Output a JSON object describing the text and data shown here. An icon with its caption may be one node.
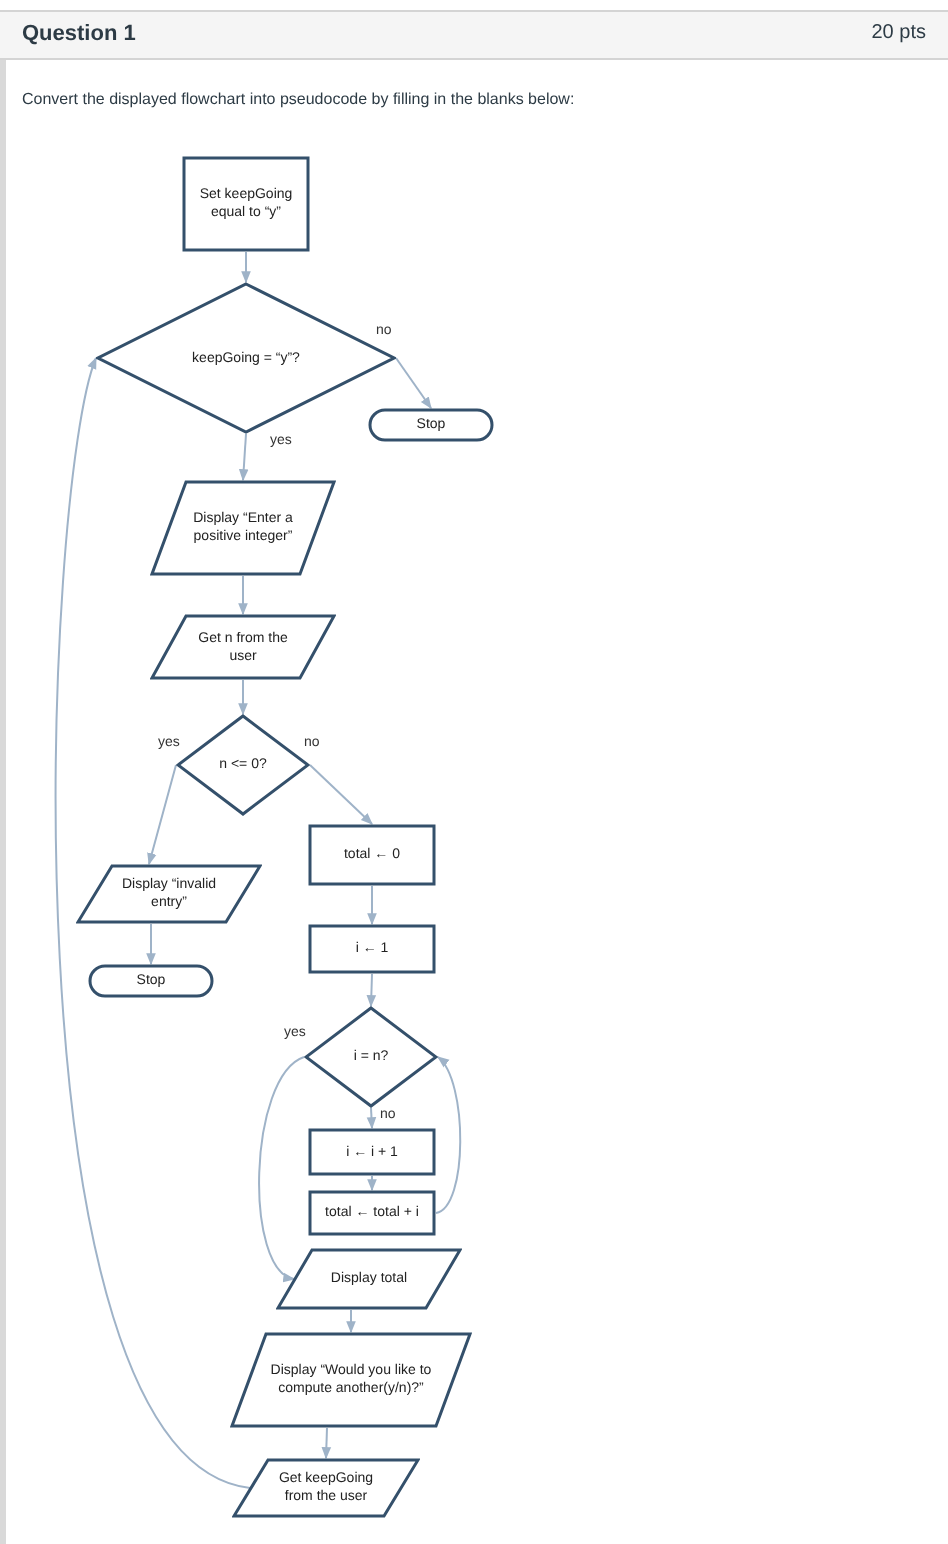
{
  "diagram": {
    "nodes": [
      {
        "text": [
          "Set keepGoing equal to “y”"
        ]
      },
      {
        "text": [
          "keepGoing = “y”?"
        ]
      },
      {
        "text": [
          "Stop"
        ]
      },
      {
        "text": [
          "Display “Enter a positive integer”"
        ]
      },
      {
        "text": [
          "Get n from the user"
        ]
      },
      {
        "text": [
          "n <= 0?"
        ]
      },
      {
        "text": [
          "total ← 0"
        ]
      },
      {
        "text": [
          "Display “invalid entry”"
        ]
      },
      {
        "text": [
          "Stop"
        ]
      },
      {
        "text": [
          "i ← 1"
        ]
      },
      {
        "text": [
          "i = n?"
        ]
      },
      {
        "text": [
          "i ← i + 1"
        ]
      },
      {
        "text": [
          "total ← total + i"
        ]
      },
      {
        "text": [
          "Display total"
        ]
      },
      {
        "text": [
          "Display “Would you like to compute another(y/n)?”"
        ]
      },
      {
        "text": [
          "Get keepGoing from the user"
        ]
      }
    ],
    "edges": [
      {
        "from": 0,
        "to": 1,
        "arrow": "to"
      },
      {
        "from": 1,
        "to": 2,
        "arrow": "to",
        "label": "no"
      },
      {
        "from": 1,
        "to": 3,
        "arrow": "to",
        "label": "yes"
      },
      {
        "from": 3,
        "to": 4,
        "arrow": "to"
      },
      {
        "from": 4,
        "to": 5,
        "arrow": "to"
      },
      {
        "from": 5,
        "to": 7,
        "arrow": "to",
        "label": "yes"
      },
      {
        "from": 5,
        "to": 6,
        "arrow": "to",
        "label": "no"
      },
      {
        "from": 7,
        "to": 8,
        "arrow": "to"
      },
      {
        "from": 6,
        "to": 9,
        "arrow": "to"
      },
      {
        "from": 9,
        "to": 10,
        "arrow": "to"
      },
      {
        "from": 10,
        "to": 11,
        "arrow": "to",
        "label": "no"
      },
      {
        "from": 10,
        "to": 13,
        "arrow": "to",
        "label": "yes"
      },
      {
        "from": 11,
        "to": 12,
        "arrow": "to"
      },
      {
        "from": 12,
        "to": 10,
        "arrow": "to"
      },
      {
        "from": 13,
        "to": 14,
        "arrow": "to"
      },
      {
        "from": 14,
        "to": 15,
        "arrow": "to"
      },
      {
        "from": 15,
        "to": 1,
        "arrow": "to"
      }
    ],
    "labels": [
      "Question 1",
      "20 pts",
      "Convert the displayed flowchart into pseudocode by filling in the blanks below:"
    ]
  }
}
